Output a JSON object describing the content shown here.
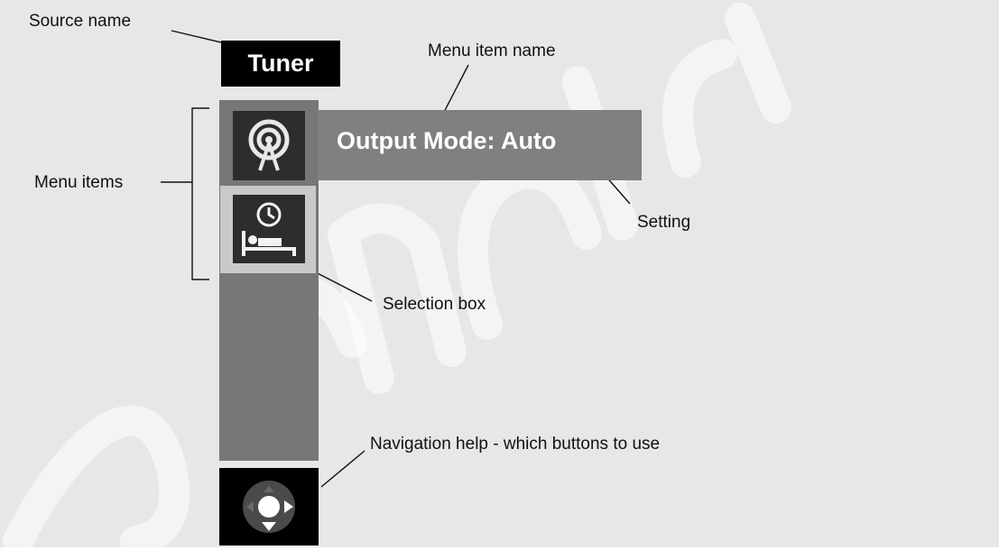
{
  "source_box": {
    "text": "Tuner"
  },
  "menu": {
    "item_name_setting": "Output Mode: Auto",
    "items": [
      {
        "icon": "antenna-signal-icon"
      },
      {
        "icon": "sleep-timer-icon"
      }
    ]
  },
  "callouts": {
    "source_name": "Source name",
    "menu_item_name": "Menu item name",
    "menu_items": "Menu items",
    "setting": "Setting",
    "selection_box": "Selection box",
    "navigation_help": "Navigation help - which buttons to use"
  },
  "colors": {
    "background": "#e7e7e7",
    "menu_column": "#777777",
    "menu_bar": "#808080",
    "icon_tile": "#2d2d2d",
    "selection_box": "#c9c9c9"
  }
}
